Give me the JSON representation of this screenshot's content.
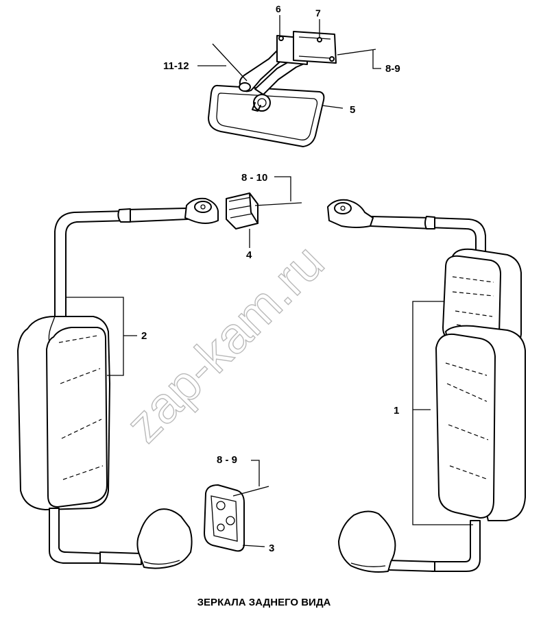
{
  "diagram": {
    "caption": "ЗЕРКАЛА ЗАДНЕГО ВИДА",
    "watermark": "zap-kam.ru",
    "callouts": {
      "c6": "6",
      "c7": "7",
      "c1112": "11-12",
      "c89top": "8-9",
      "c5": "5",
      "c810": "8 - 10",
      "c4": "4",
      "c2": "2",
      "c1": "1",
      "c89bot": "8 - 9",
      "c3": "3"
    }
  }
}
